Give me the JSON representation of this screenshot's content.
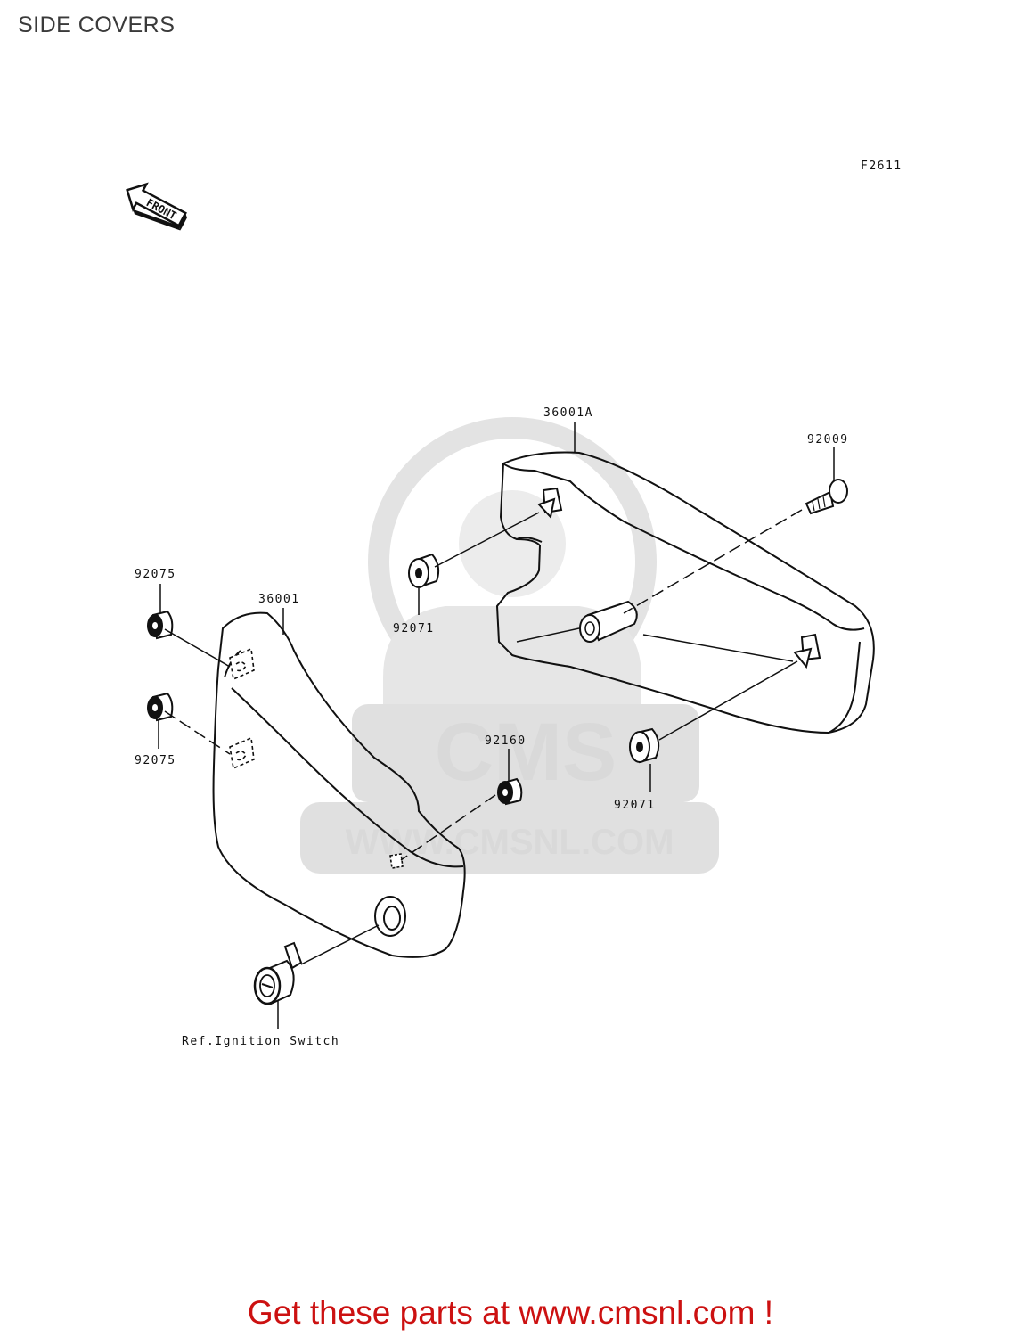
{
  "header": {
    "title": "SIDE COVERS"
  },
  "diagram": {
    "figure_code": "F2611",
    "front_arrow_label": "FRONT",
    "watermark": {
      "logo_text": "CMS",
      "url_text": "WWW.CMSNL.COM",
      "color": "#d9d9d9"
    },
    "labels": {
      "cover_right": "36001A",
      "bolt": "92009",
      "grommet_upper_right": "92071",
      "grommet_lower_right": "92071",
      "cover_left": "36001",
      "damper_top_left": "92075",
      "damper_bottom_left": "92075",
      "grommet_center": "92160",
      "ignition_ref": "Ref.Ignition Switch"
    }
  },
  "footer": {
    "link_text": "Get these parts at www.cmsnl.com !",
    "color": "#cc1111"
  }
}
